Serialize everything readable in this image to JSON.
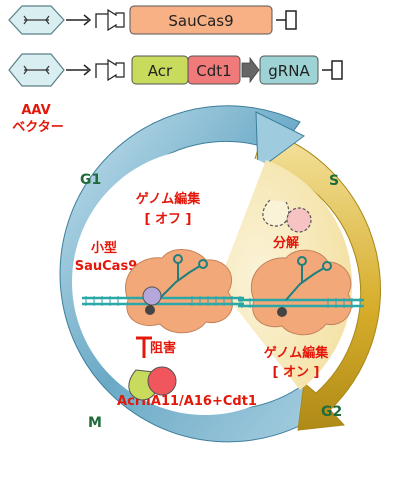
{
  "constructs": {
    "row1": {
      "gene": "SauCas9"
    },
    "row2": {
      "part1": "Acr",
      "part2": "Cdt1",
      "part3": "gRNA"
    }
  },
  "vector": {
    "line1": "AAV",
    "line2": "ベクター"
  },
  "phases": {
    "g1": "G1",
    "s": "S",
    "g2": "G2",
    "m": "M"
  },
  "editing_off": {
    "line1": "ゲノム編集",
    "line2": "[ オフ ]"
  },
  "editing_on": {
    "line1": "ゲノム編集",
    "line2": "[ オン ]"
  },
  "small_cas9": {
    "line1": "小型",
    "line2": "SauCas9"
  },
  "inhibition": "阻害",
  "degradation": "分解",
  "inhibitor_label": "AcrIIA11/A16+Cdt1",
  "colors": {
    "cas9_box": "#f7b184",
    "acr_box": "#c9db5c",
    "cdt1_box": "#f07a7a",
    "grna_box": "#9ed3d6",
    "red_text": "#e3170a",
    "phase_text": "#1f6b3a",
    "protein": "#f2a878",
    "g1_ring": "#4f96b5",
    "s_ring": "#d4ae25"
  }
}
